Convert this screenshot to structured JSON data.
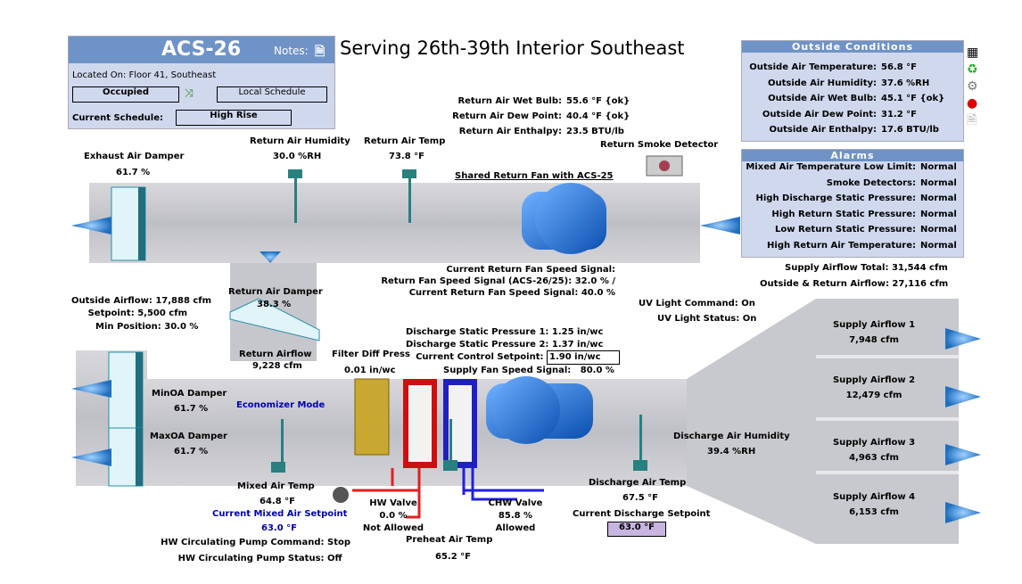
{
  "header": {
    "unit": "ACS-26",
    "notes_label": "Notes:",
    "title": "Serving 26th-39th Interior Southeast",
    "location": "Located On: Floor 41, Southeast",
    "occupancy": "Occupied",
    "schedule_button": "Local Schedule",
    "current_schedule_label": "Current Schedule:",
    "current_schedule": "High Rise"
  },
  "outside": {
    "title": "Outside Conditions",
    "rows": [
      {
        "label": "Outside Air Temperature:",
        "value": "56.8 °F"
      },
      {
        "label": "Outside Air Humidity:",
        "value": "37.6 %RH"
      },
      {
        "label": "Outside Air Wet Bulb:",
        "value": "45.1 °F {ok}"
      },
      {
        "label": "Outside Air Dew Point:",
        "value": "31.2 °F"
      },
      {
        "label": "Outside Air Enthalpy:",
        "value": "17.6 BTU/lb"
      }
    ]
  },
  "alarms": {
    "title": "Alarms",
    "rows": [
      {
        "label": "Mixed Air Temperature Low Limit:",
        "value": "Normal"
      },
      {
        "label": "Smoke Detectors:",
        "value": "Normal"
      },
      {
        "label": "High Discharge Static Pressure:",
        "value": "Normal"
      },
      {
        "label": "High Return Static Pressure:",
        "value": "Normal"
      },
      {
        "label": "Low Return Static Pressure:",
        "value": "Normal"
      },
      {
        "label": "High Return Air Temperature:",
        "value": "Normal"
      }
    ]
  },
  "side_icons": [
    "calendar-icon",
    "recycle-icon",
    "gear-icon",
    "alarm-icon",
    "document-icon"
  ],
  "return_air": {
    "wet_bulb_label": "Return Air Wet Bulb:",
    "wet_bulb": "55.6 °F {ok}",
    "dew_label": "Return Air Dew Point:",
    "dew": "40.4 °F {ok}",
    "enthalpy_label": "Return Air Enthalpy:",
    "enthalpy": "23.5 BTU/lb",
    "humidity_label": "Return Air Humidity",
    "humidity": "30.0 %RH",
    "temp_label": "Return Air Temp",
    "temp": "73.8 °F",
    "smoke_label": "Return Smoke Detector",
    "fan_label": "Shared Return Fan with ACS-25"
  },
  "exhaust": {
    "label": "Exhaust Air Damper",
    "value": "61.7 %"
  },
  "return_fan": {
    "l1": "Current Return Fan Speed Signal:",
    "l2": "Return Fan Speed Signal (ACS-26/25):",
    "v2": "32.0 % /",
    "l3": "Current Return Fan Speed Signal:",
    "v3": "40.0 %"
  },
  "supply_totals": {
    "total_label": "Supply Airflow Total:",
    "total": "31,544 cfm",
    "osr_label": "Outside & Return Airflow:",
    "osr": "27,116 cfm"
  },
  "uv": {
    "cmd_label": "UV Light Command:",
    "cmd": "On",
    "status_label": "UV Light Status:",
    "status": "On"
  },
  "outside_air": {
    "flow_label": "Outside Airflow:",
    "flow": "17,888 cfm",
    "sp_label": "Setpoint:",
    "sp": "5,500 cfm",
    "min_label": "Min Position:",
    "min": "30.0 %"
  },
  "return_damper": {
    "label": "Return Air Damper",
    "value": "38.3 %",
    "flow_label": "Return Airflow",
    "flow": "9,228 cfm"
  },
  "filter": {
    "label": "Filter Diff Press",
    "value": "0.01 in/wc"
  },
  "static": {
    "l1": "Discharge Static Pressure 1:",
    "v1": "1.25 in/wc",
    "l2": "Discharge Static Pressure 2:",
    "v2": "1.37 in/wc",
    "l3": "Current Control Setpoint:",
    "v3": "1.90 in/wc",
    "l4": "Supply Fan Speed Signal:",
    "v4": "80.0 %"
  },
  "dampers": {
    "minoa_label": "MinOA Damper",
    "minoa": "61.7 %",
    "maxoa_label": "MaxOA Damper",
    "maxoa": "61.7 %",
    "mode": "Economizer Mode"
  },
  "mixed": {
    "label": "Mixed Air Temp",
    "value": "64.8 °F",
    "sp_label": "Current Mixed Air Setpoint",
    "sp": "63.0 °F"
  },
  "pump": {
    "cmd_label": "HW Circulating Pump Command:",
    "cmd": "Stop",
    "status_label": "HW Circulating Pump Status:",
    "status": "Off"
  },
  "hw_valve": {
    "label": "HW Valve",
    "value": "0.0 %",
    "status": "Not Allowed"
  },
  "preheat": {
    "label": "Preheat Air Temp",
    "value": "65.2 °F"
  },
  "chw_valve": {
    "label": "CHW Valve",
    "value": "85.8 %",
    "status": "Allowed"
  },
  "discharge": {
    "temp_label": "Discharge Air Temp",
    "temp": "67.5 °F",
    "sp_label": "Current Discharge Setpoint",
    "sp": "63.0 °F",
    "hum_label": "Discharge Air Humidity",
    "hum": "39.4 %RH"
  },
  "supply": [
    {
      "label": "Supply Airflow 1",
      "value": "7,948 cfm"
    },
    {
      "label": "Supply Airflow 2",
      "value": "12,479 cfm"
    },
    {
      "label": "Supply Airflow 3",
      "value": "4,963 cfm"
    },
    {
      "label": "Supply Airflow 4",
      "value": "6,153 cfm"
    }
  ]
}
